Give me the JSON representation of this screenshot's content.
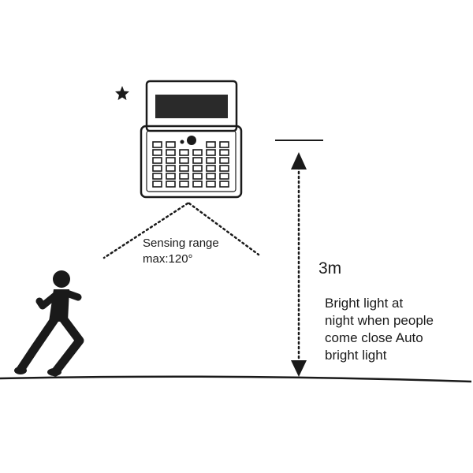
{
  "sensing": {
    "line1": "Sensing range",
    "line2": "max:120°"
  },
  "height_label": "3m",
  "caption": {
    "line1": "Bright light at",
    "line2": "night when people",
    "line3": "come close Auto",
    "line4": "bright light"
  },
  "icons": [
    "moon-icon",
    "star-icon",
    "solar-lamp-icon",
    "runner-icon"
  ],
  "colors": {
    "ink": "#1a1a1a",
    "background": "#ffffff"
  }
}
